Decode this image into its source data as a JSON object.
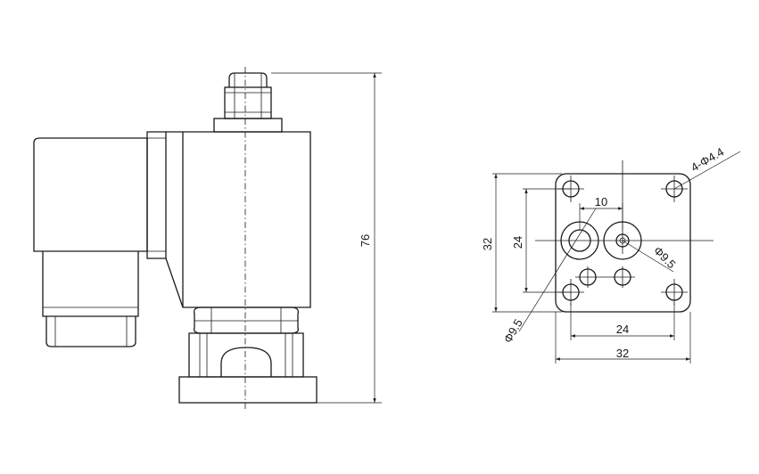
{
  "side_view": {
    "height_label": "76"
  },
  "flange_view": {
    "outer_width_label": "32",
    "hole_spacing_width_label": "24",
    "outer_height_label": "32",
    "hole_spacing_height_label": "24",
    "port_spacing_label": "10",
    "mount_holes_label": "4-Φ4.4",
    "port_right_label": "Φ9.5",
    "port_left_label": "Φ9.5"
  },
  "colors": {
    "line": "#1a1a1a",
    "background": "#ffffff"
  }
}
